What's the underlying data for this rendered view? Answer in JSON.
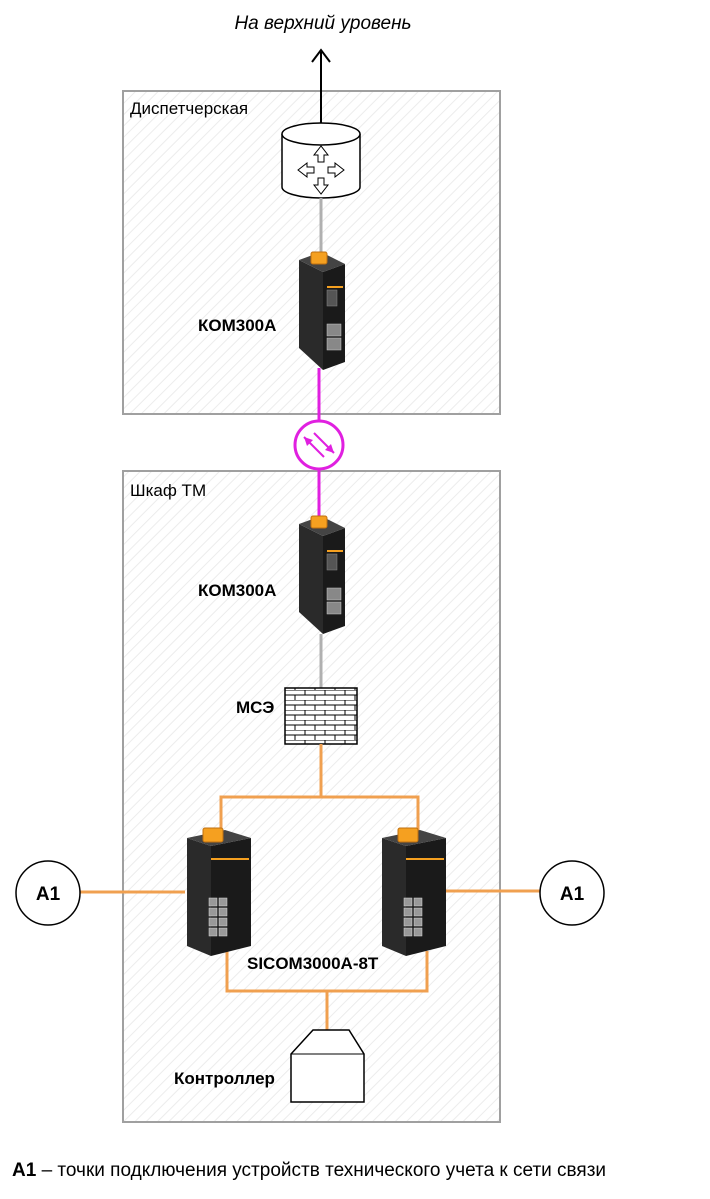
{
  "top_label": "На верхний уровень",
  "zones": {
    "dispatch": "Диспетчерская",
    "cabinet": "Шкаф ТМ"
  },
  "devices": {
    "kom_top": "КОМ300А",
    "kom_bottom": "КОМ300А",
    "firewall": "МСЭ",
    "switch": "SICOM3000A-8T",
    "controller": "Контроллер"
  },
  "nodes": {
    "a1_left": "А1",
    "a1_right": "А1"
  },
  "legend": {
    "term": "А1",
    "definition": "– точки подключения устройств технического учета к сети связи"
  },
  "colors": {
    "ethernet_copper": "#f0a050",
    "fiber": "#e020e0",
    "uplink": "#b0b0b0",
    "zone_border": "#a0a0a0",
    "zone_hatch": "#e8e8e8",
    "device_accent": "#f5a020"
  }
}
